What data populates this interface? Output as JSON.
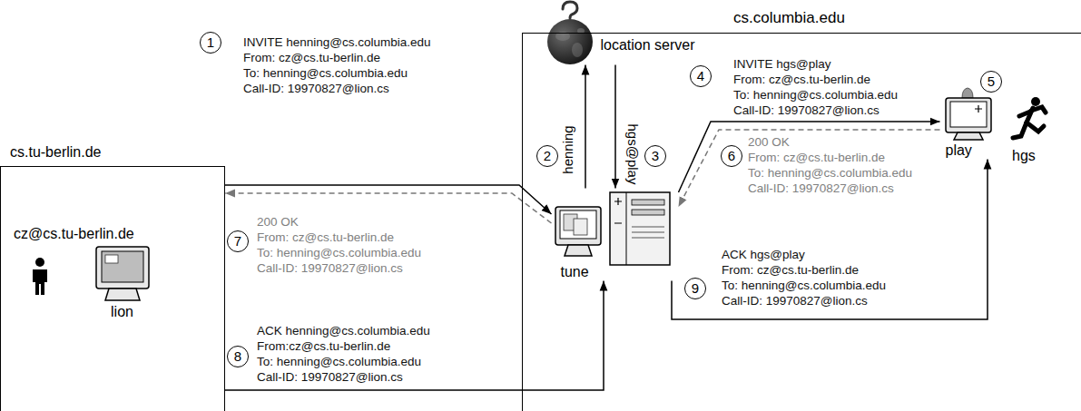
{
  "diagram": {
    "nodes": [
      {
        "text": [
          "cs.tu-berlin.de",
          "cz@cs.tu-berlin.de"
        ]
      },
      {
        "text": [
          "lion"
        ],
        "in": 0
      },
      {
        "text": [
          "cs.columbia.edu"
        ]
      },
      {
        "text": [
          "location server"
        ],
        "in": 2
      },
      {
        "text": [
          "tune"
        ],
        "in": 2
      },
      {
        "text": [
          "play"
        ],
        "in": 2
      }
    ],
    "edges": [
      {
        "from": 0,
        "to": 4,
        "arrow": "to"
      },
      {
        "from": 4,
        "to": 0,
        "arrow": "to"
      },
      {
        "from": 0,
        "to": 4,
        "arrow": "to"
      },
      {
        "from": 4,
        "to": 3,
        "arrow": "to"
      },
      {
        "from": 3,
        "to": 4,
        "arrow": "to"
      },
      {
        "from": 4,
        "to": 5,
        "arrow": "to"
      },
      {
        "from": 5,
        "to": 4,
        "arrow": "to"
      },
      {
        "from": 4,
        "to": 5,
        "arrow": "to"
      }
    ],
    "labels": [
      "1",
      "INVITE henning@cs.columbia.edu",
      "From: cz@cs.tu-berlin.de",
      "To: henning@cs.columbia.edu",
      "Call-ID: 19970827@lion.cs",
      "2",
      "henning",
      "hgs@play",
      "3",
      "4",
      "INVITE hgs@play",
      "From: cz@cs.tu-berlin.de",
      "To: henning@cs.columbia.edu",
      "Call-ID: 19970827@lion.cs",
      "5",
      "hgs",
      "6",
      "200 OK",
      "From: cz@cs.tu-berlin.de",
      "To: henning@cs.columbia.edu",
      "Call-ID: 19970827@lion.cs",
      "7",
      "200 OK",
      "From: cz@cs.tu-berlin.de",
      "To: henning@cs.columbia.edu",
      "Call-ID: 19970827@lion.cs",
      "8",
      "ACK henning@cs.columbia.edu",
      "From:cz@cs.tu-berlin.de",
      "To: henning@cs.columbia.edu",
      "Call-ID: 19970827@lion.cs",
      "9",
      "ACK hgs@play",
      "From: cz@cs.tu-berlin.de",
      "To: henning@cs.columbia.edu",
      "Call-ID: 19970827@lion.cs"
    ]
  }
}
